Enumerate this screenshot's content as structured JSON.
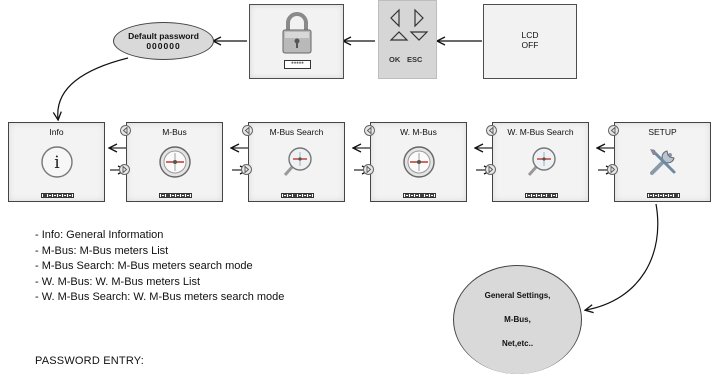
{
  "password_bubble": {
    "title": "Default password",
    "value": "000000"
  },
  "lock_screen": {
    "field": "*****"
  },
  "keypad": {
    "ok_label": "OK",
    "esc_label": "ESC"
  },
  "lcd": {
    "line1": "LCD",
    "line2": "OFF"
  },
  "cards": [
    {
      "title": "Info",
      "icon": "info-icon",
      "active_dot": 0
    },
    {
      "title": "M-Bus",
      "icon": "gauge-icon",
      "active_dot": 1
    },
    {
      "title": "M-Bus Search",
      "icon": "magnifier-gauge-icon",
      "active_dot": 2
    },
    {
      "title": "W. M-Bus",
      "icon": "gauge-icon",
      "active_dot": 3
    },
    {
      "title": "W. M-Bus Search",
      "icon": "magnifier-gauge-icon",
      "active_dot": 4
    },
    {
      "title": "SETUP",
      "icon": "tools-icon",
      "active_dot": 5
    }
  ],
  "info_icon_glyph": "i",
  "settings_bubble": {
    "line1": "General Settings,",
    "line2": "M-Bus,",
    "line3": "Net,etc.."
  },
  "legend": [
    "- Info: General Information",
    "- M-Bus: M-Bus meters List",
    "- M-Bus Search: M-Bus meters search mode",
    "- W. M-Bus: W. M-Bus meters List",
    "- W. M-Bus Search: W. M-Bus meters search mode"
  ],
  "password_entry_label": "PASSWORD ENTRY:"
}
